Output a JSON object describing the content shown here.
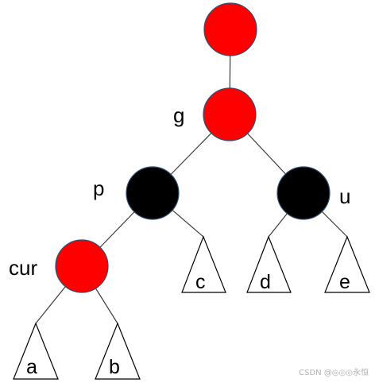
{
  "colors": {
    "red": "#ff0000",
    "black": "#000000",
    "node_outline": "#2f4f6f",
    "edge": "#3a3a3a",
    "subtree_fill": "#ffffff"
  },
  "nodes": [
    {
      "id": "root",
      "color": "red",
      "label": ""
    },
    {
      "id": "g",
      "color": "red",
      "label": "g"
    },
    {
      "id": "p",
      "color": "black",
      "label": "p"
    },
    {
      "id": "u",
      "color": "black",
      "label": "u"
    },
    {
      "id": "cur",
      "color": "red",
      "label": "cur"
    }
  ],
  "subtrees": [
    {
      "id": "a",
      "label": "a"
    },
    {
      "id": "b",
      "label": "b"
    },
    {
      "id": "c",
      "label": "c"
    },
    {
      "id": "d",
      "label": "d"
    },
    {
      "id": "e",
      "label": "e"
    }
  ],
  "edges": [
    [
      "root",
      "g"
    ],
    [
      "g",
      "p"
    ],
    [
      "g",
      "u"
    ],
    [
      "p",
      "cur"
    ],
    [
      "p",
      "c"
    ],
    [
      "u",
      "d"
    ],
    [
      "u",
      "e"
    ],
    [
      "cur",
      "a"
    ],
    [
      "cur",
      "b"
    ]
  ],
  "watermark": "CSDN @◎◎◎永恒"
}
